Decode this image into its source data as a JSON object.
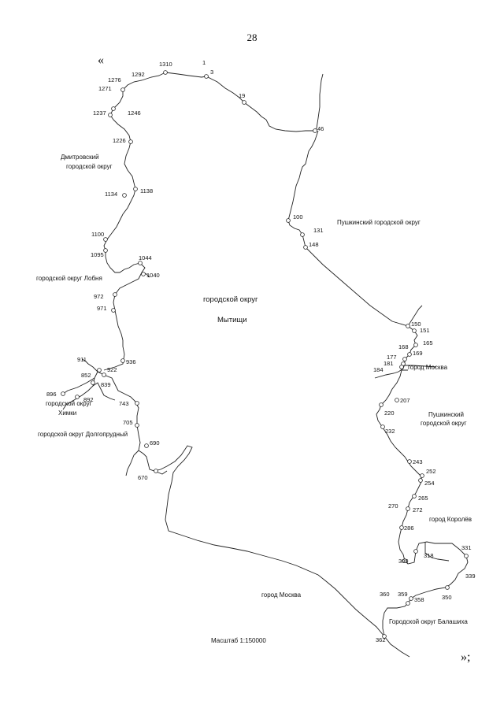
{
  "page_number": "28",
  "quote_open": "«",
  "quote_close": "»;",
  "scale": "Масштаб 1:150000",
  "regions": {
    "dmitrov_1": "Дмитровский",
    "dmitrov_2": "городской округ",
    "pushkino_north": "Пушкинский городской округ",
    "lobnya": "городской округ Лобня",
    "mytishchi_1": "городской округ",
    "mytishchi_2": "Мытищи",
    "moscow_east": "город Москва",
    "khimki_1": "городской округ",
    "khimki_2": "Химки",
    "pushkino_south_1": "Пушкинский",
    "pushkino_south_2": "городской округ",
    "dolgoprudny": "городской округ Долгопрудный",
    "korolev": "город Королёв",
    "moscow_south": "город Москва",
    "balashikha": "Городской округ Балашиха"
  },
  "points": [
    "1",
    "3",
    "19",
    "46",
    "100",
    "131",
    "148",
    "150",
    "151",
    "165",
    "168",
    "169",
    "177",
    "181",
    "184",
    "207",
    "220",
    "232",
    "243",
    "252",
    "254",
    "265",
    "270",
    "272",
    "286",
    "309",
    "318",
    "331",
    "339",
    "350",
    "358",
    "359",
    "360",
    "362",
    "1310",
    "1292",
    "1276",
    "1271",
    "1246",
    "1237",
    "1226",
    "1138",
    "1134",
    "1100",
    "1095",
    "1044",
    "1040",
    "972",
    "971",
    "936",
    "911",
    "922",
    "852",
    "839",
    "896",
    "892",
    "743",
    "705",
    "690",
    "670"
  ]
}
